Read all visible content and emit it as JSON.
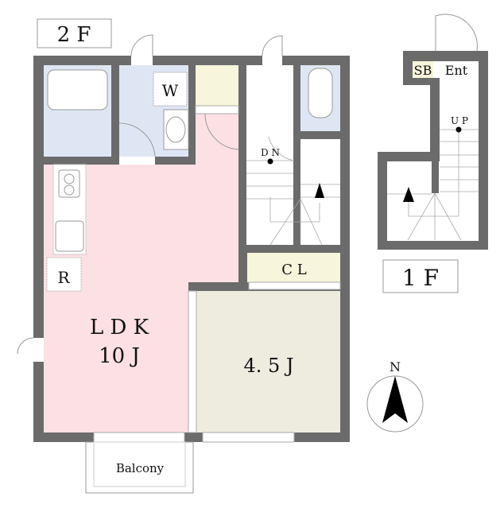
{
  "floor2": {
    "label": "2 F",
    "rooms": {
      "washroom": "W",
      "refrigerator": "R",
      "ldk_name": "L D K",
      "ldk_size": "10 J",
      "bedroom_size": "4. 5 J",
      "closet": "C L",
      "stairs_down": "D N",
      "balcony": "Balcony"
    }
  },
  "floor1": {
    "label": "1 F",
    "shoebox": "SB",
    "entrance": "Ent",
    "stairs_up": "U P"
  },
  "compass": {
    "north": "N"
  },
  "colors": {
    "wall": "#6b6b6b",
    "ldk": "#fce0e4",
    "wet": "#dfe6f3",
    "storage": "#f7f5dc",
    "bedroom": "#eeebdf"
  }
}
